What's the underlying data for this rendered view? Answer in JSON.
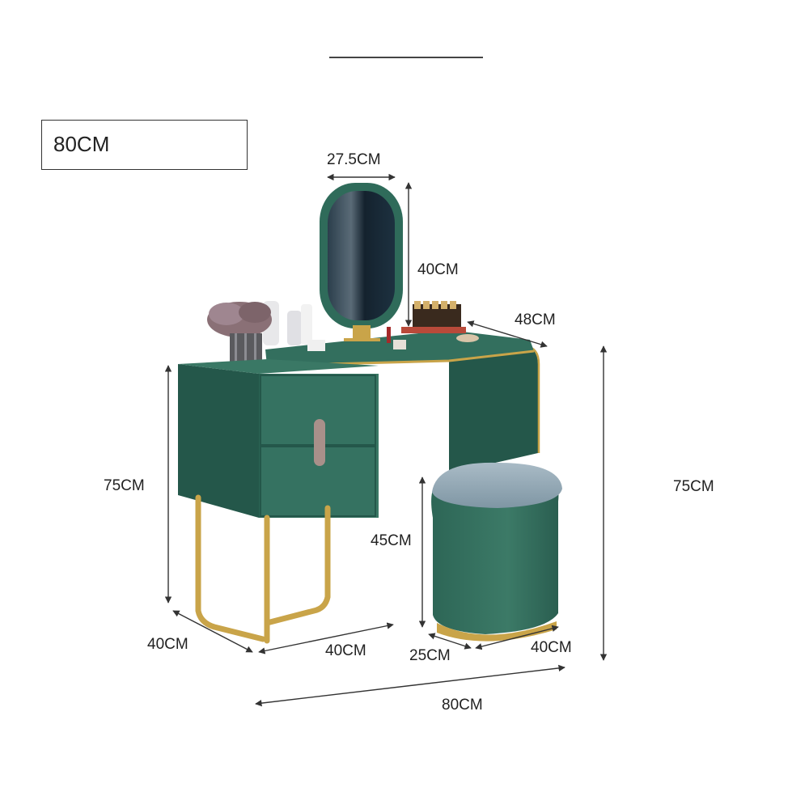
{
  "size_tag": "80CM",
  "dimensions": {
    "mirror_width": "27.5CM",
    "mirror_height": "40CM",
    "table_depth": "48CM",
    "cabinet_height": "75CM",
    "overall_height": "75CM",
    "stool_height": "45CM",
    "cabinet_depth": "40CM",
    "cabinet_width": "40CM",
    "stool_depth": "25CM",
    "stool_width": "40CM",
    "overall_width": "80CM"
  },
  "colors": {
    "body_green": "#2f6b5a",
    "body_green_dark": "#1f4d40",
    "body_green_light": "#3f7e6b",
    "gold": "#c9a449",
    "stool_seat": "#8da3b0",
    "mirror_glass": "#1a2c3a",
    "handle": "#a9908a",
    "dimension_line": "#333333"
  }
}
